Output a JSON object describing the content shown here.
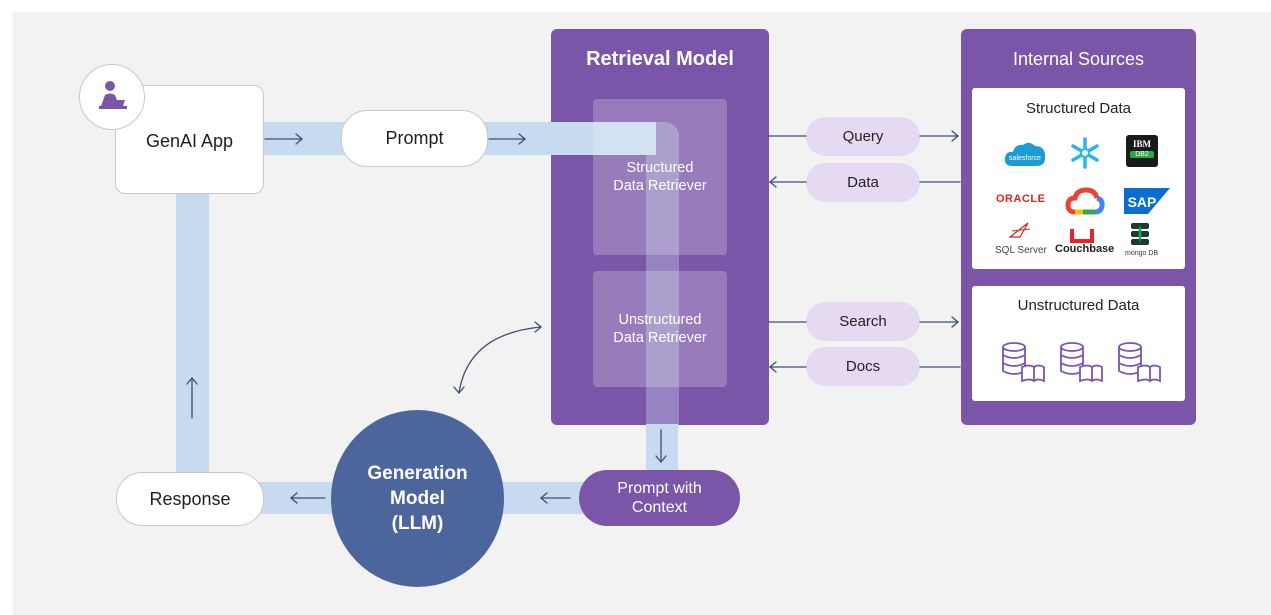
{
  "nodes": {
    "genai_app": "GenAI App",
    "prompt": "Prompt",
    "response": "Response",
    "generation_model": "Generation\nModel\n(LLM)",
    "prompt_with_context": "Prompt with\nContext"
  },
  "retrieval_model": {
    "title": "Retrieval Model",
    "structured_retriever": "Structured\nData Retriever",
    "unstructured_retriever": "Unstructured\nData Retriever"
  },
  "connectors": {
    "query": "Query",
    "data": "Data",
    "search": "Search",
    "docs": "Docs"
  },
  "internal_sources": {
    "title": "Internal Sources",
    "structured_title": "Structured Data",
    "unstructured_title": "Unstructured Data",
    "logos": {
      "salesforce": "salesforce",
      "ibm": "IBM",
      "db2": "DB2",
      "oracle": "ORACLE",
      "sap": "SAP",
      "sqlserver": "SQL Server",
      "couchbase": "Couchbase",
      "mongodb": "mongo DB"
    }
  },
  "colors": {
    "background": "#f2f2f3",
    "flow_band": "#c7daf0",
    "purple_panel": "#7b56a8",
    "lavender_pill": "#e5daf2",
    "generation_circle": "#4c659c"
  },
  "icons": [
    "user-laptop-icon",
    "salesforce-cloud-icon",
    "snowflake-icon",
    "ibm-db2-icon",
    "oracle-logo",
    "google-cloud-icon",
    "sap-logo",
    "sql-server-icon",
    "couchbase-icon",
    "mongodb-icon",
    "database-docs-icon"
  ]
}
